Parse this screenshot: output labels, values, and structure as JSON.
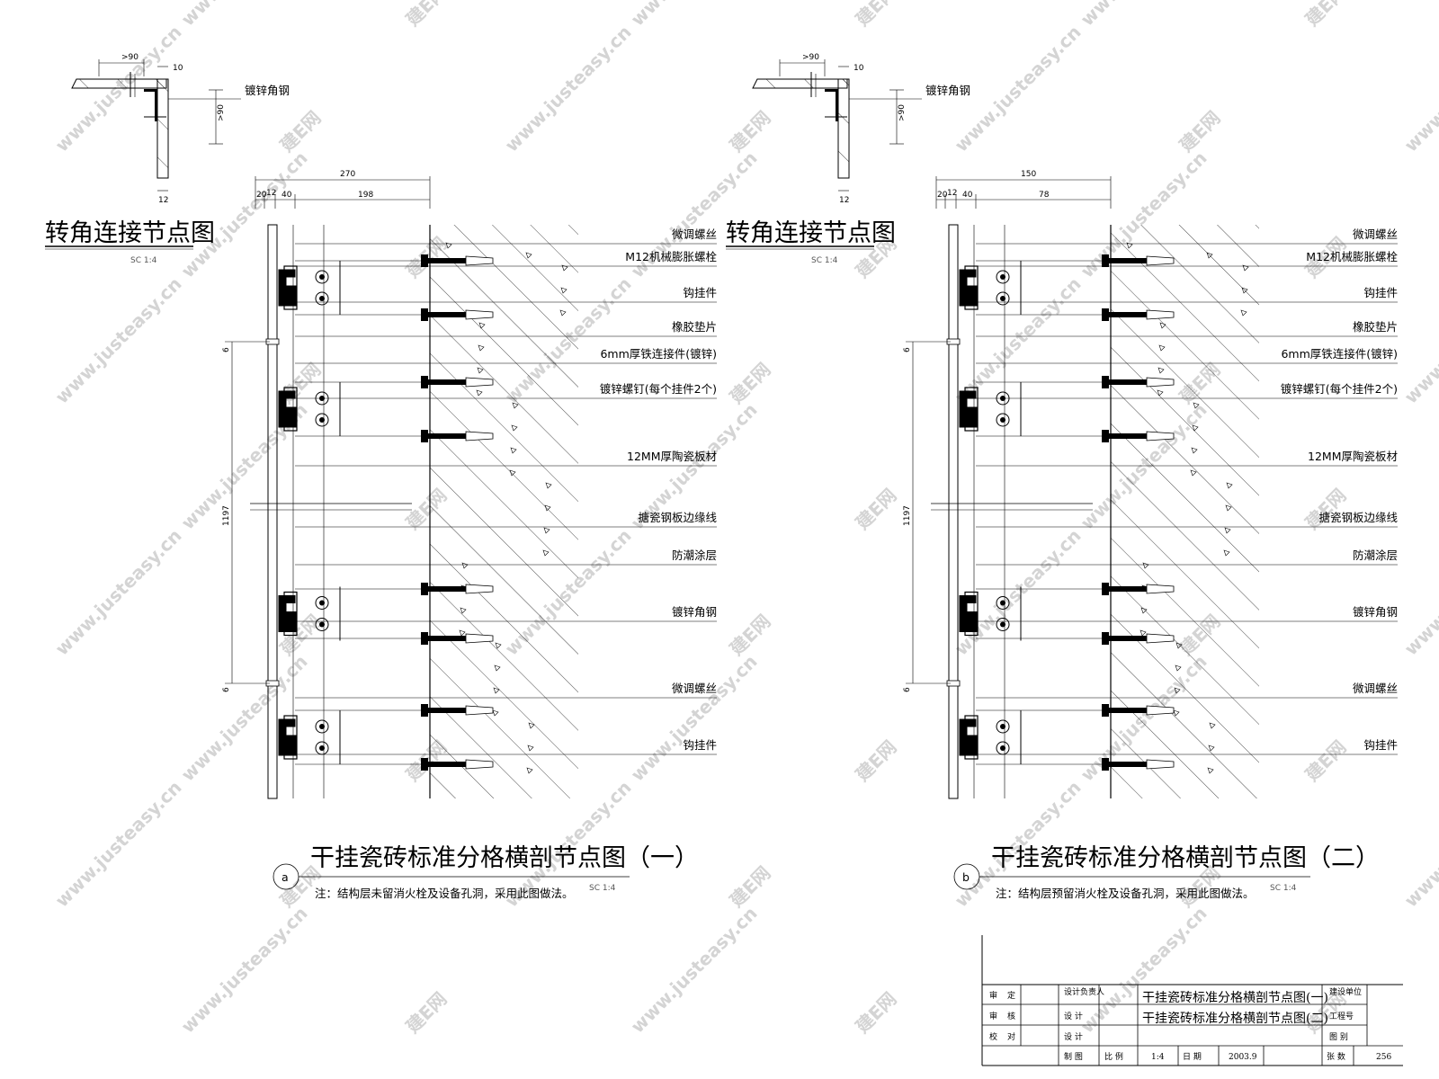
{
  "watermark": {
    "cn": "建E网",
    "url": "www.justeasy.cn"
  },
  "details": [
    {
      "id": "a",
      "corner": {
        "title": "转角连接节点图",
        "scale": "SC   1:4",
        "label": "镀锌角钢",
        "dims": {
          "d90": ">90",
          "d10": "10",
          "d90v": ">90",
          "d12": "12"
        }
      },
      "dims": {
        "total": "270",
        "d20": "20",
        "d12": "12",
        "d40": "40",
        "d198": "198",
        "height": "1197",
        "gap_top": "6",
        "gap_bottom": "6"
      },
      "labels": [
        "微调螺丝",
        "M12机械膨胀螺栓",
        "钩挂件",
        "橡胶垫片",
        "6mm厚铁连接件(镀锌)",
        "镀锌螺钉(每个挂件2个)",
        "12MM厚陶瓷板材",
        "搪瓷钢板边缘线",
        "防潮涂层",
        "镀锌角钢",
        "微调螺丝",
        "钩挂件"
      ],
      "title": "干挂瓷砖标准分格横剖节点图（一）",
      "marker": "a",
      "scale": "SC   1:4",
      "note": "注：结构层未留消火栓及设备孔洞，采用此图做法。"
    },
    {
      "id": "b",
      "corner": {
        "title": "转角连接节点图",
        "scale": "SC   1:4",
        "label": "镀锌角钢",
        "dims": {
          "d90": ">90",
          "d10": "10",
          "d90v": ">90",
          "d12": "12"
        }
      },
      "dims": {
        "total": "150",
        "d20": "20",
        "d12": "12",
        "d40": "40",
        "d198": "78",
        "height": "1197",
        "gap_top": "6",
        "gap_bottom": "6"
      },
      "labels": [
        "微调螺丝",
        "M12机械膨胀螺栓",
        "钩挂件",
        "橡胶垫片",
        "6mm厚铁连接件(镀锌)",
        "镀锌螺钉(每个挂件2个)",
        "12MM厚陶瓷板材",
        "搪瓷钢板边缘线",
        "防潮涂层",
        "镀锌角钢",
        "微调螺丝",
        "钩挂件"
      ],
      "title": "干挂瓷砖标准分格横剖节点图（二）",
      "marker": "b",
      "scale": "SC   1:4",
      "note": "注：结构层预留消火栓及设备孔洞，采用此图做法。"
    }
  ],
  "title_block": {
    "r1": [
      "审",
      "定"
    ],
    "r2": [
      "审",
      "核"
    ],
    "r3": [
      "校",
      "对"
    ],
    "c2r1": "设计负责人",
    "c2r2": "设   计",
    "c2r3": "设   计",
    "c2r4": "制   图",
    "name1": "干挂瓷砖标准分格横剖节点图(一)",
    "name2": "干挂瓷砖标准分格横剖节点图(二)",
    "unit": "建设单位",
    "project": "工程号",
    "drawing": "图   别",
    "scale_label": "比   例",
    "scale": "1:4",
    "date_label": "日   期",
    "date": "2003.9",
    "sheet_label": "张   数",
    "sheet": "256"
  }
}
